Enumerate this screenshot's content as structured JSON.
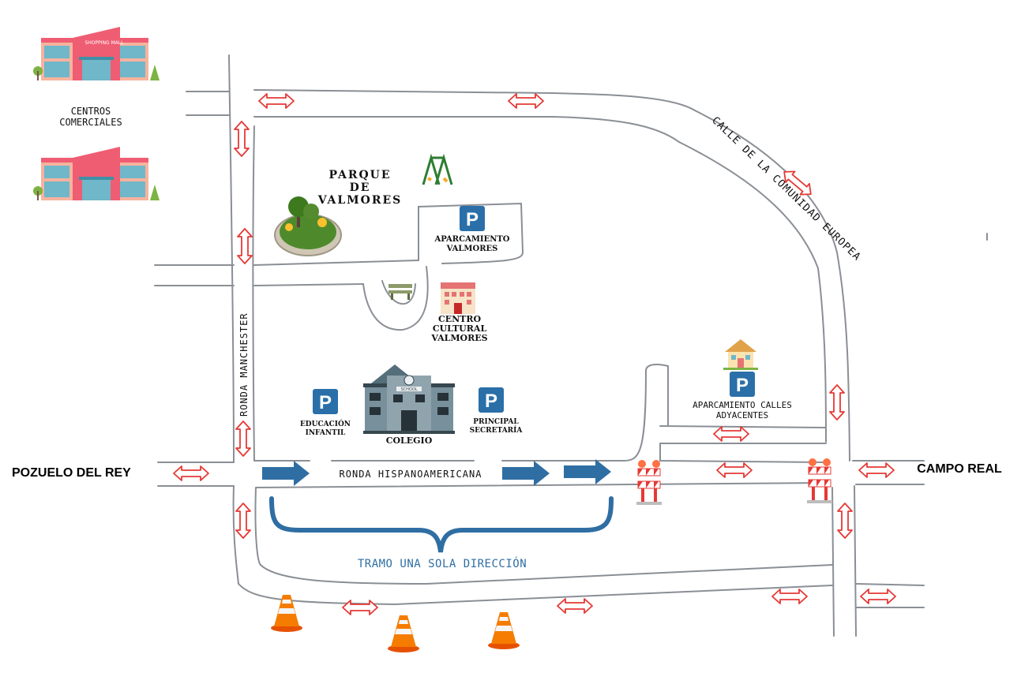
{
  "map": {
    "places": {
      "pozuelo": "POZUELO DEL REY",
      "campo_real": "CAMPO REAL",
      "centros_comerciales": "CENTROS\nCOMERCIALES",
      "parque": "PARQUE\nDE\nVALMORES",
      "aparcamiento_valmores": "APARCAMIENTO\nVALMORES",
      "centro_cultural": "CENTRO\nCULTURAL\nVALMORES",
      "colegio": "COLEGIO",
      "educacion_infantil": "EDUCACIÓN\nINFANTIL",
      "principal_secretaria": "PRINCIPAL\nSECRETARÍA",
      "aparcamiento_calles": "APARCAMIENTO CALLES\nADYACENTES"
    },
    "streets": {
      "ronda_manchester": "RONDA MANCHESTER",
      "ronda_hispanoamericana": "RONDA HISPANOAMERICANA",
      "calle_comunidad": "CALLE DE LA COMUNIDAD EUROPEA"
    },
    "annotation": "TRAMO UNA SOLA DIRECCIÓN",
    "mall_sign": "SHOPPING\nMALL",
    "school_sign": "SCHOOL",
    "parking_symbol": "P",
    "icons": [
      "shopping-mall-icon",
      "playground-swing-icon",
      "park-trees-icon",
      "park-bench-icon",
      "cultural-center-icon",
      "school-building-icon",
      "house-icon",
      "parking-icon",
      "traffic-cone-icon",
      "road-barrier-icon",
      "two-way-arrow-icon",
      "one-way-arrow-icon"
    ],
    "colors": {
      "road_edge": "#8a8f96",
      "two_way_arrow": "#e53935",
      "one_way_arrow": "#2f6ea3",
      "parking_blue": "#2a6fa8",
      "cone_orange": "#f57c00",
      "mall_pink": "#ef5d73",
      "mall_glass": "#6fb7c9"
    }
  }
}
